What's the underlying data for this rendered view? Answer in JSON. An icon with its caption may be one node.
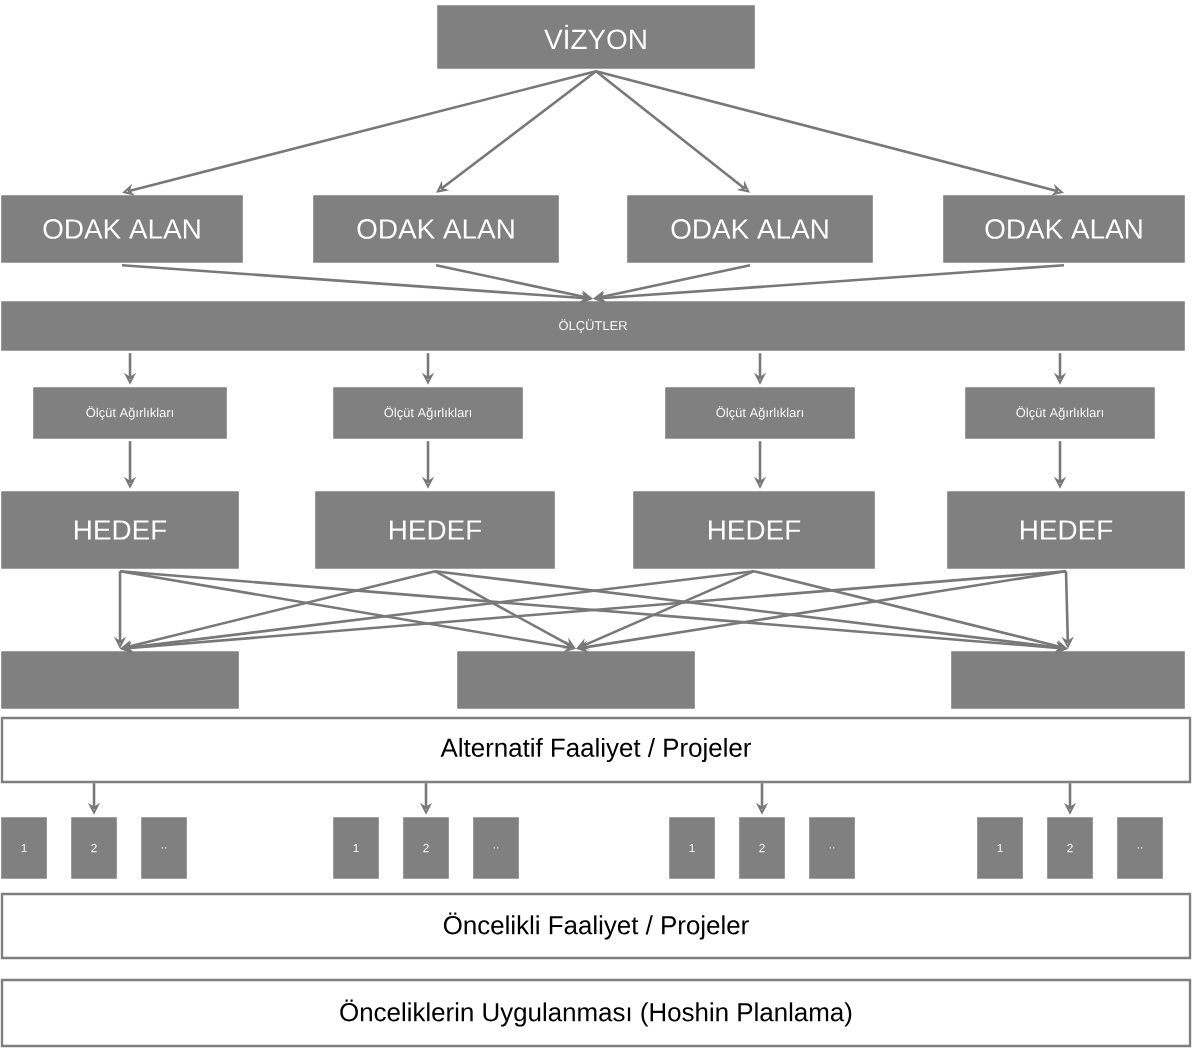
{
  "diagram": {
    "nodes": [
      {
        "text": [
          "VİZYON"
        ]
      },
      {
        "text": [
          "ODAK ALAN"
        ]
      },
      {
        "text": [
          "ODAK ALAN"
        ]
      },
      {
        "text": [
          "ODAK ALAN"
        ]
      },
      {
        "text": [
          "ODAK ALAN"
        ]
      },
      {
        "text": [
          "ÖLÇÜTLER"
        ]
      },
      {
        "text": [
          "Ölçüt Ağırlıkları"
        ]
      },
      {
        "text": [
          "Ölçüt Ağırlıkları"
        ]
      },
      {
        "text": [
          "Ölçüt Ağırlıkları"
        ]
      },
      {
        "text": [
          "Ölçüt Ağırlıkları"
        ]
      },
      {
        "text": [
          "HEDEF"
        ]
      },
      {
        "text": [
          "HEDEF"
        ]
      },
      {
        "text": [
          "HEDEF"
        ]
      },
      {
        "text": [
          "HEDEF"
        ]
      },
      {
        "text": [],
        "shape": "box"
      },
      {
        "text": [],
        "shape": "box"
      },
      {
        "text": [],
        "shape": "box"
      },
      {
        "text": [
          "Alternatif Faaliyet / Projeler"
        ]
      },
      {
        "text": [
          "1"
        ]
      },
      {
        "text": [
          "2"
        ]
      },
      {
        "text": [
          ".."
        ]
      },
      {
        "text": [
          "1"
        ]
      },
      {
        "text": [
          "2"
        ]
      },
      {
        "text": [
          ".."
        ]
      },
      {
        "text": [
          "1"
        ]
      },
      {
        "text": [
          "2"
        ]
      },
      {
        "text": [
          ".."
        ]
      },
      {
        "text": [
          "1"
        ]
      },
      {
        "text": [
          "2"
        ]
      },
      {
        "text": [
          ".."
        ]
      },
      {
        "text": [
          "Öncelikli Faaliyet / Projeler"
        ]
      },
      {
        "text": [
          "Önceliklerin Uygulanması (Hoshin Planlama)"
        ]
      }
    ],
    "edges": [
      {
        "from": 0,
        "to": 1,
        "arrow": "to"
      },
      {
        "from": 0,
        "to": 2,
        "arrow": "to"
      },
      {
        "from": 0,
        "to": 3,
        "arrow": "to"
      },
      {
        "from": 0,
        "to": 4,
        "arrow": "to"
      },
      {
        "from": 1,
        "to": 5,
        "arrow": "to"
      },
      {
        "from": 2,
        "to": 5,
        "arrow": "to"
      },
      {
        "from": 3,
        "to": 5,
        "arrow": "to"
      },
      {
        "from": 4,
        "to": 5,
        "arrow": "to"
      },
      {
        "from": 5,
        "to": 6,
        "arrow": "to"
      },
      {
        "from": 5,
        "to": 7,
        "arrow": "to"
      },
      {
        "from": 5,
        "to": 8,
        "arrow": "to"
      },
      {
        "from": 5,
        "to": 9,
        "arrow": "to"
      },
      {
        "from": 6,
        "to": 10,
        "arrow": "to"
      },
      {
        "from": 7,
        "to": 11,
        "arrow": "to"
      },
      {
        "from": 8,
        "to": 12,
        "arrow": "to"
      },
      {
        "from": 9,
        "to": 13,
        "arrow": "to"
      },
      {
        "from": 10,
        "to": 14,
        "arrow": "to"
      },
      {
        "from": 10,
        "to": 15,
        "arrow": "to"
      },
      {
        "from": 10,
        "to": 16,
        "arrow": "to"
      },
      {
        "from": 11,
        "to": 14,
        "arrow": "to"
      },
      {
        "from": 11,
        "to": 15,
        "arrow": "to"
      },
      {
        "from": 11,
        "to": 16,
        "arrow": "to"
      },
      {
        "from": 12,
        "to": 14,
        "arrow": "to"
      },
      {
        "from": 12,
        "to": 15,
        "arrow": "to"
      },
      {
        "from": 12,
        "to": 16,
        "arrow": "to"
      },
      {
        "from": 13,
        "to": 14,
        "arrow": "to"
      },
      {
        "from": 13,
        "to": 15,
        "arrow": "to"
      },
      {
        "from": 13,
        "to": 16,
        "arrow": "to"
      },
      {
        "from": 17,
        "to": 19,
        "arrow": "to"
      },
      {
        "from": 17,
        "to": 22,
        "arrow": "to"
      },
      {
        "from": 17,
        "to": 25,
        "arrow": "to"
      },
      {
        "from": 17,
        "to": 28,
        "arrow": "to"
      }
    ]
  }
}
